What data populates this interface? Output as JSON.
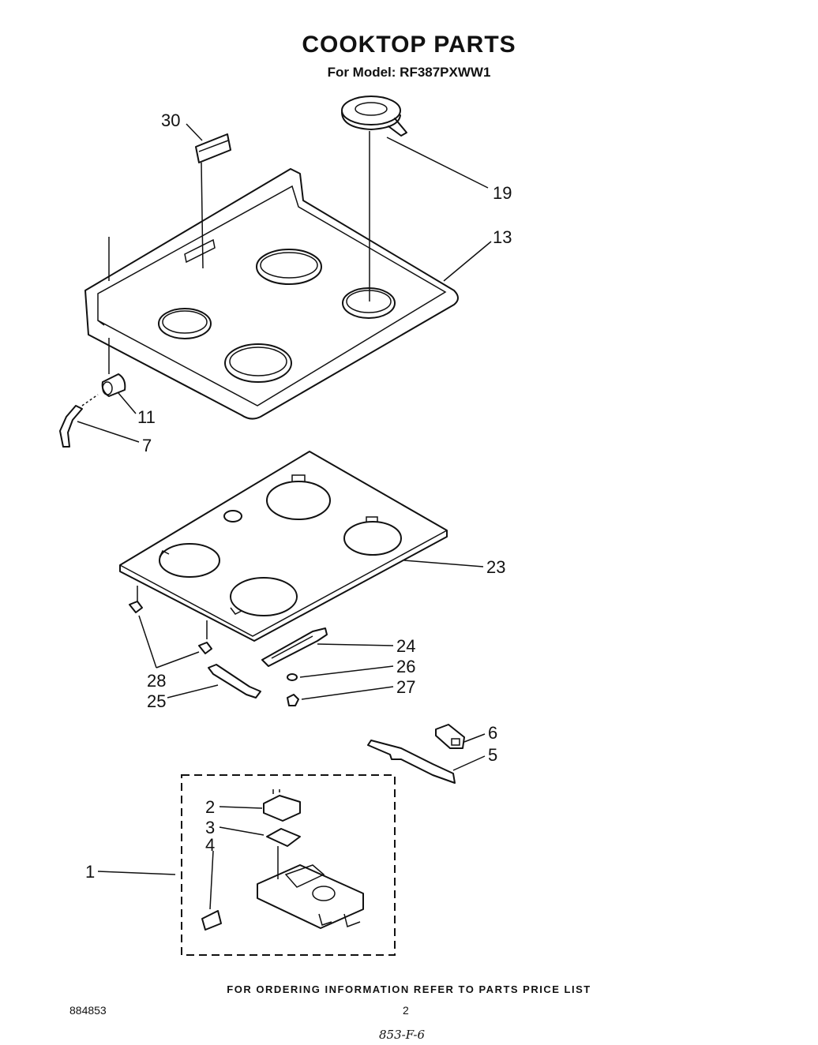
{
  "header": {
    "title": "COOKTOP PARTS",
    "subtitle": "For Model: RF387PXWW1"
  },
  "callouts": {
    "p1": "1",
    "p2": "2",
    "p3": "3",
    "p4": "4",
    "p5": "5",
    "p6": "6",
    "p7": "7",
    "p11": "11",
    "p13": "13",
    "p19": "19",
    "p23": "23",
    "p24": "24",
    "p25": "25",
    "p26": "26",
    "p27": "27",
    "p28": "28",
    "p30": "30"
  },
  "footer": {
    "ordering_note": "FOR ORDERING INFORMATION REFER TO PARTS PRICE LIST",
    "doc_number": "884853",
    "page_number": "2",
    "handwritten_code": "853-F-6"
  }
}
